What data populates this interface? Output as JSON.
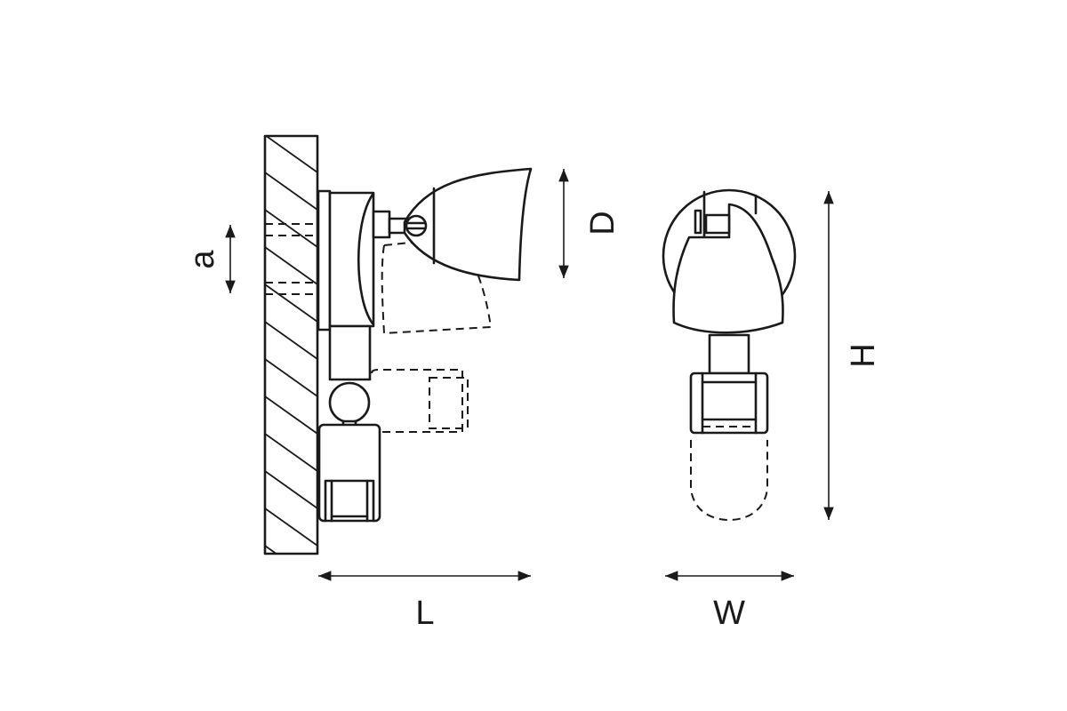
{
  "diagram": {
    "dimension_labels": {
      "a": "a",
      "D": "D",
      "L": "L",
      "W": "W",
      "H": "H"
    },
    "colors": {
      "line": "#1a1a1a",
      "background": "#ffffff"
    }
  }
}
